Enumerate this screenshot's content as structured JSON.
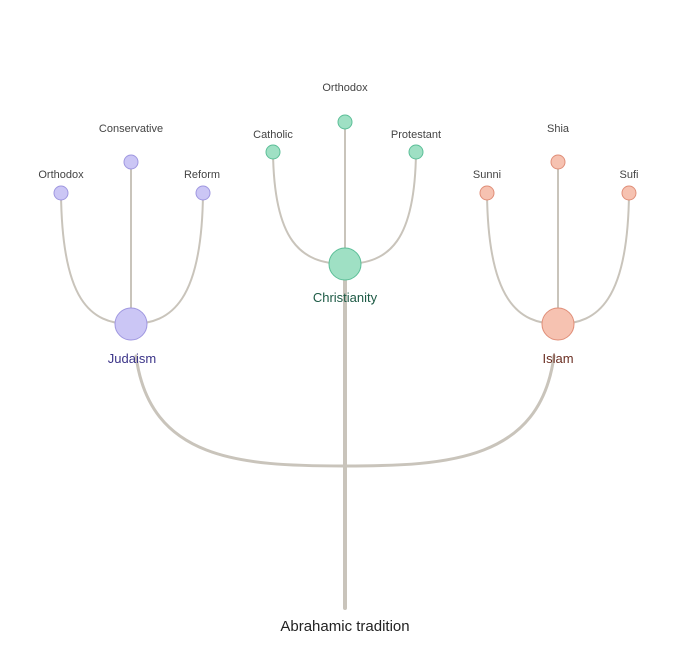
{
  "root": {
    "label": "Abrahamic tradition"
  },
  "branches": [
    {
      "id": "judaism",
      "label": "Judaism",
      "fill": "#cbc6f5",
      "stroke": "#9f97e0",
      "text_color": "#3b3488",
      "children": [
        {
          "label": "Orthodox"
        },
        {
          "label": "Conservative"
        },
        {
          "label": "Reform"
        }
      ]
    },
    {
      "id": "christianity",
      "label": "Christianity",
      "fill": "#9fe0c4",
      "stroke": "#5cbf98",
      "text_color": "#1d5a45",
      "children": [
        {
          "label": "Catholic"
        },
        {
          "label": "Orthodox"
        },
        {
          "label": "Protestant"
        }
      ]
    },
    {
      "id": "islam",
      "label": "Islam",
      "fill": "#f6c2b1",
      "stroke": "#e08e78",
      "text_color": "#6b2e22",
      "children": [
        {
          "label": "Sunni"
        },
        {
          "label": "Shia"
        },
        {
          "label": "Sufi"
        }
      ]
    }
  ],
  "colors": {
    "line": "#c9c4bb",
    "child_label": "#444444",
    "root_label": "#222222"
  }
}
